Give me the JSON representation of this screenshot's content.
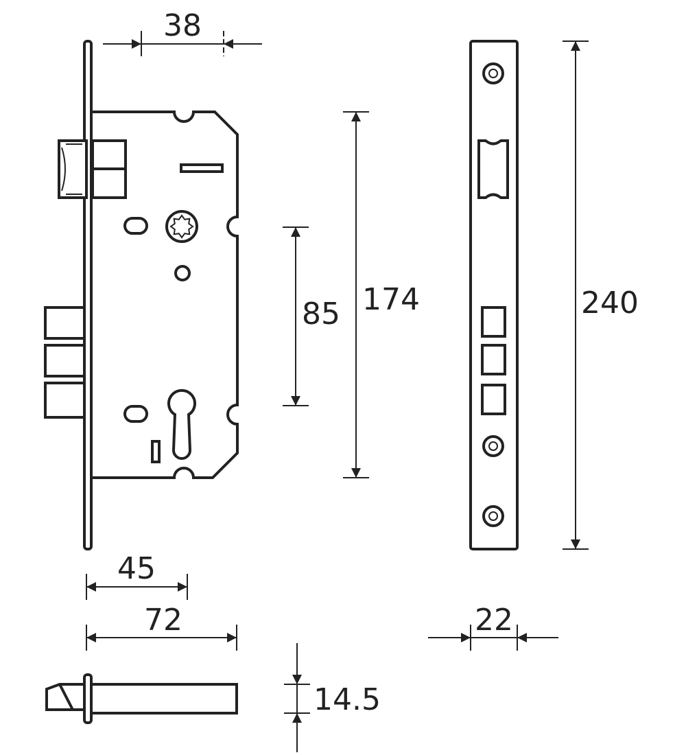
{
  "dimensions": {
    "backset": "38",
    "case_height": "174",
    "center_distance": "85",
    "faceplate_height": "240",
    "case_depth": "45",
    "overall_depth": "72",
    "faceplate_width": "22",
    "bolt_thickness": "14.5"
  },
  "colors": {
    "line": "#222222",
    "background": "#ffffff"
  }
}
